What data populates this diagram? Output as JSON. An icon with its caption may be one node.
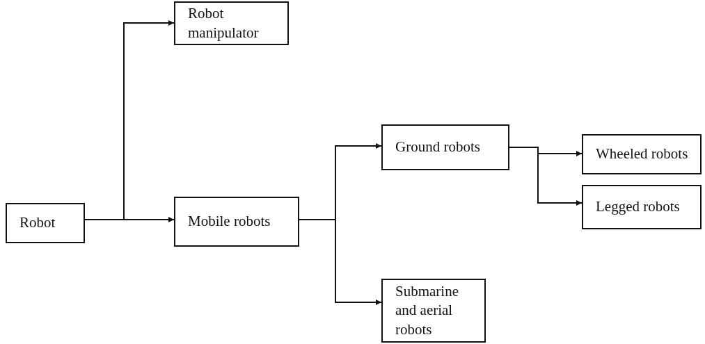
{
  "diagram": {
    "nodes": [
      {
        "text": [
          "Robot"
        ]
      },
      {
        "text": [
          "Robot manipulator"
        ]
      },
      {
        "text": [
          "Mobile robots"
        ]
      },
      {
        "text": [
          "Ground robots"
        ]
      },
      {
        "text": [
          "Submarine and aerial robots"
        ]
      },
      {
        "text": [
          "Wheeled robots"
        ]
      },
      {
        "text": [
          "Legged robots"
        ]
      }
    ],
    "edges": [
      {
        "from": 0,
        "to": 1,
        "arrow": "to"
      },
      {
        "from": 0,
        "to": 2,
        "arrow": "to"
      },
      {
        "from": 2,
        "to": 3,
        "arrow": "to"
      },
      {
        "from": 2,
        "to": 4,
        "arrow": "to"
      },
      {
        "from": 3,
        "to": 5,
        "arrow": "to"
      },
      {
        "from": 3,
        "to": 6,
        "arrow": "to"
      }
    ]
  }
}
